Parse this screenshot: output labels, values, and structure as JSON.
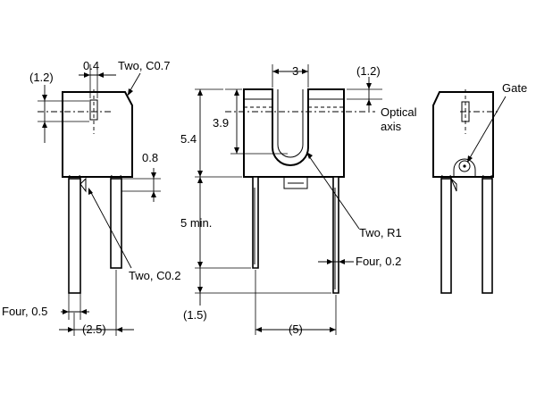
{
  "dimensions": {
    "left_width": "(1.2)",
    "left_offset": "0.4",
    "left_chamfer": "Two, C0.7",
    "left_pin_step": "0.8",
    "left_pin_chamfer": "Two, C0.2",
    "left_pin_width": "Four, 0.5",
    "left_pin_pitch": "(2.5)",
    "slot_width": "3",
    "right_top": "(1.2)",
    "slot_depth": "3.9",
    "body_height": "5.4",
    "optical_axis_line1": "Optical",
    "optical_axis_line2": "axis",
    "lead_length": "5 min.",
    "slot_radius": "Two, R1",
    "lead_width": "Four, 0.2",
    "tip_length": "(1.5)",
    "lead_pitch": "(5)",
    "gate_label": "Gate"
  }
}
